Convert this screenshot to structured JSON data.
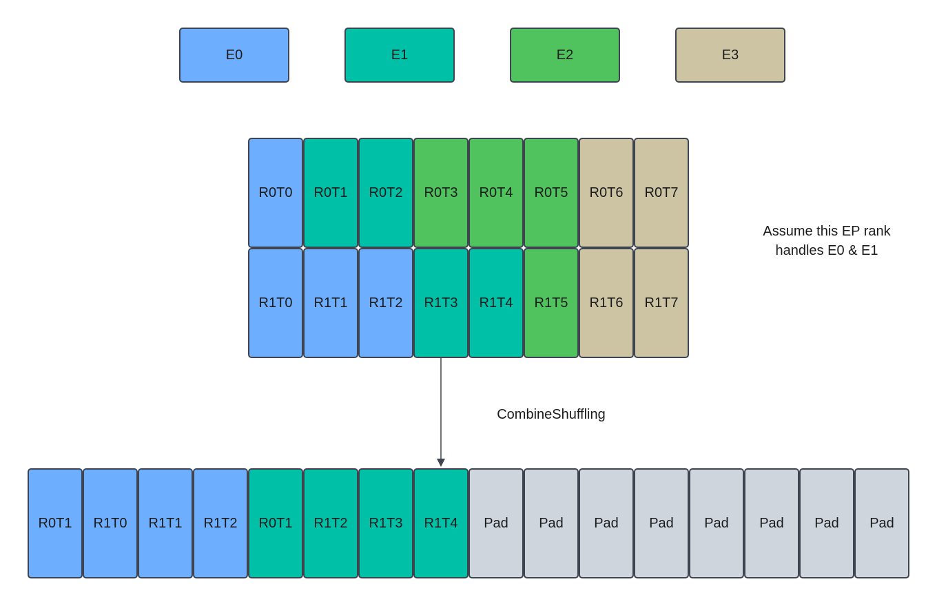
{
  "colors": {
    "E0": "#6eaeff",
    "E1": "#00c1a7",
    "E2": "#50c35e",
    "E3": "#cdc4a4",
    "Pad": "#cfd5dd"
  },
  "legend": [
    {
      "label": "E0",
      "color_key": "E0"
    },
    {
      "label": "E1",
      "color_key": "E1"
    },
    {
      "label": "E2",
      "color_key": "E2"
    },
    {
      "label": "E3",
      "color_key": "E3"
    }
  ],
  "grid": {
    "rows": [
      [
        {
          "label": "R0T0",
          "color_key": "E0"
        },
        {
          "label": "R0T1",
          "color_key": "E1"
        },
        {
          "label": "R0T2",
          "color_key": "E1"
        },
        {
          "label": "R0T3",
          "color_key": "E2"
        },
        {
          "label": "R0T4",
          "color_key": "E2"
        },
        {
          "label": "R0T5",
          "color_key": "E2"
        },
        {
          "label": "R0T6",
          "color_key": "E3"
        },
        {
          "label": "R0T7",
          "color_key": "E3"
        }
      ],
      [
        {
          "label": "R1T0",
          "color_key": "E0"
        },
        {
          "label": "R1T1",
          "color_key": "E0"
        },
        {
          "label": "R1T2",
          "color_key": "E0"
        },
        {
          "label": "R1T3",
          "color_key": "E1"
        },
        {
          "label": "R1T4",
          "color_key": "E1"
        },
        {
          "label": "R1T5",
          "color_key": "E2"
        },
        {
          "label": "R1T6",
          "color_key": "E3"
        },
        {
          "label": "R1T7",
          "color_key": "E3"
        }
      ]
    ]
  },
  "note": "Assume this EP rank\nhandles E0 & E1",
  "arrow_label": "CombineShuffling",
  "output": [
    {
      "label": "R0T1",
      "color_key": "E0"
    },
    {
      "label": "R1T0",
      "color_key": "E0"
    },
    {
      "label": "R1T1",
      "color_key": "E0"
    },
    {
      "label": "R1T2",
      "color_key": "E0"
    },
    {
      "label": "R0T1",
      "color_key": "E1"
    },
    {
      "label": "R1T2",
      "color_key": "E1"
    },
    {
      "label": "R1T3",
      "color_key": "E1"
    },
    {
      "label": "R1T4",
      "color_key": "E1"
    },
    {
      "label": "Pad",
      "color_key": "Pad"
    },
    {
      "label": "Pad",
      "color_key": "Pad"
    },
    {
      "label": "Pad",
      "color_key": "Pad"
    },
    {
      "label": "Pad",
      "color_key": "Pad"
    },
    {
      "label": "Pad",
      "color_key": "Pad"
    },
    {
      "label": "Pad",
      "color_key": "Pad"
    },
    {
      "label": "Pad",
      "color_key": "Pad"
    },
    {
      "label": "Pad",
      "color_key": "Pad"
    }
  ]
}
